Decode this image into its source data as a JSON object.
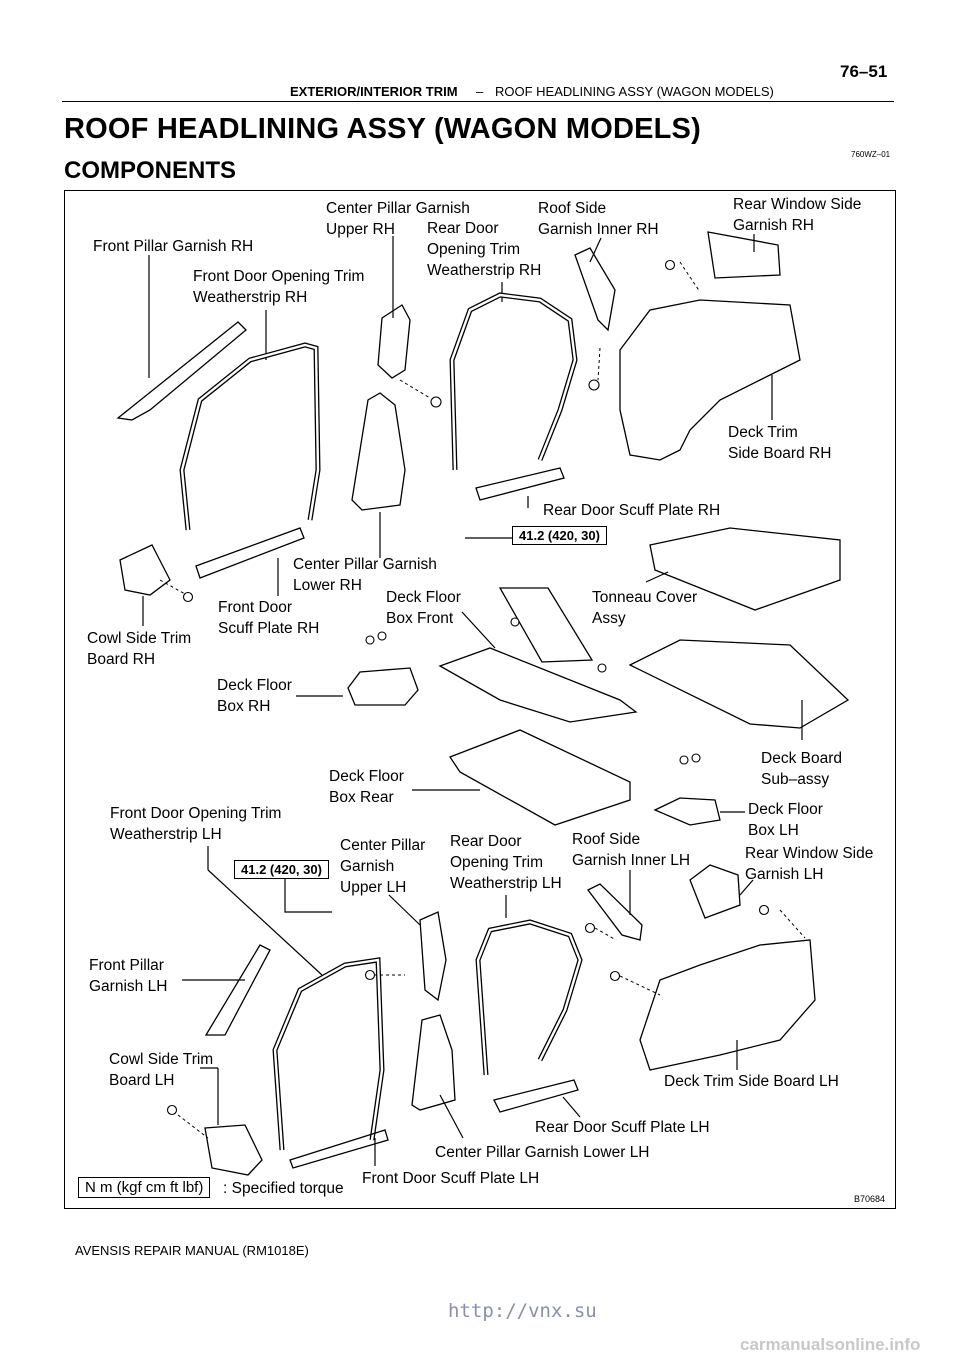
{
  "header": {
    "section": "EXTERIOR/INTERIOR TRIM",
    "separator": "–",
    "subsection": "ROOF HEADLINING ASSY (WAGON MODELS)",
    "page_number": "76–51"
  },
  "title": "ROOF HEADLINING ASSY (WAGON MODELS)",
  "subtitle": "COMPONENTS",
  "figure_code": "760WZ–01",
  "figure_id": "B70684",
  "labels": {
    "center_pillar_garnish_upper_rh": "Center Pillar Garnish\nUpper RH",
    "roof_side_garnish_inner_rh": "Roof Side\nGarnish Inner RH",
    "rear_window_side_garnish_rh": "Rear Window Side\nGarnish RH",
    "front_pillar_garnish_rh": "Front Pillar Garnish RH",
    "rear_door_opening_trim_weatherstrip_rh": "Rear Door\nOpening Trim\nWeatherstrip RH",
    "front_door_opening_trim_weatherstrip_rh": "Front Door Opening Trim\nWeatherstrip RH",
    "deck_trim_side_board_rh": "Deck Trim\nSide Board RH",
    "rear_door_scuff_plate_rh": "Rear Door Scuff Plate RH",
    "center_pillar_garnish_lower_rh": "Center Pillar Garnish\nLower RH",
    "deck_floor_box_front": "Deck Floor\nBox Front",
    "tonneau_cover_assy": "Tonneau Cover\nAssy",
    "front_door_scuff_plate_rh": "Front Door\nScuff Plate RH",
    "cowl_side_trim_board_rh": "Cowl Side Trim\nBoard RH",
    "deck_floor_box_rh": "Deck Floor\nBox RH",
    "deck_board_sub_assy": "Deck Board\nSub–assy",
    "deck_floor_box_rear": "Deck Floor\nBox Rear",
    "deck_floor_box_lh": "Deck Floor\nBox LH",
    "front_door_opening_trim_weatherstrip_lh": "Front Door Opening Trim\nWeatherstrip LH",
    "center_pillar_garnish_upper_lh": "Center Pillar\nGarnish\nUpper LH",
    "rear_door_opening_trim_weatherstrip_lh": "Rear Door\nOpening Trim\nWeatherstrip LH",
    "roof_side_garnish_inner_lh": "Roof Side\nGarnish Inner LH",
    "rear_window_side_garnish_lh": "Rear Window Side\nGarnish LH",
    "front_pillar_garnish_lh": "Front Pillar\nGarnish LH",
    "cowl_side_trim_board_lh": "Cowl Side Trim\nBoard LH",
    "deck_trim_side_board_lh": "Deck Trim Side Board LH",
    "rear_door_scuff_plate_lh": "Rear Door Scuff Plate LH",
    "center_pillar_garnish_lower_lh": "Center Pillar Garnish Lower LH",
    "front_door_scuff_plate_lh": "Front Door Scuff Plate LH"
  },
  "torque": {
    "upper": "41.2 (420, 30)",
    "lower": "41.2 (420, 30)"
  },
  "legend": {
    "unit_box": "N m (kgf cm ft lbf)",
    "text": ": Specified torque"
  },
  "footer": {
    "manual": "AVENSIS REPAIR MANUAL   (RM1018E)",
    "watermark_url": "http://vnx.su",
    "watermark_site": "carmanualsonline.info"
  }
}
